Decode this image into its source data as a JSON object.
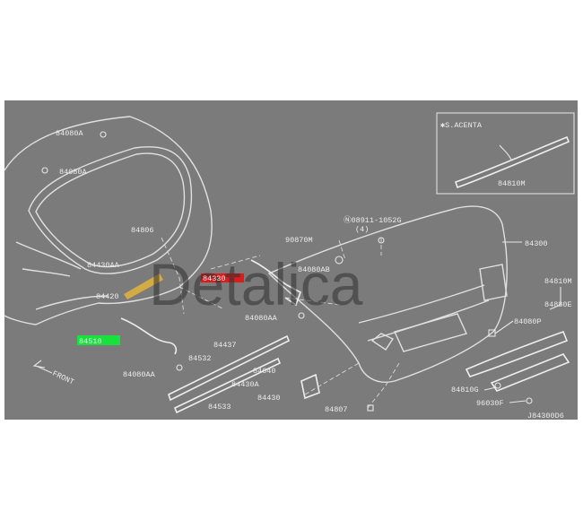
{
  "diagram_code": "J84300D6",
  "inset_title": "✱S.ACENTA",
  "inset_part": "84810M",
  "watermark": "Detalica",
  "front_label": "FRONT",
  "labels": {
    "p84080A_1": "84080A",
    "p84080A_2": "84080A",
    "p84806": "84806",
    "p84430AA": "84430AA",
    "p84420": "84420",
    "p84330": "84330",
    "p84080AB": "84080AB",
    "p84080AA_1": "84080AA",
    "p84510": "84510",
    "p84080AA_2": "84080AA",
    "p84532": "84532",
    "p84437": "84437",
    "p84533": "84533",
    "p84640": "84640",
    "p84430A": "84430A",
    "p84430": "84430",
    "p84807": "84807",
    "p90870M": "90870M",
    "bolt": "Ⓝ08911-1052G",
    "bolt_qty": "(4)",
    "p84300": "84300",
    "p84810M": "84810M",
    "p84880E": "84880E",
    "p84080P": "84080P",
    "p84810G": "84810G",
    "p96030F": "96030F"
  },
  "highlight_colors": {
    "red": "#d91d1d",
    "green": "#18e03c",
    "yellow": "#e2b43c"
  },
  "background_color": "#7b7b7b"
}
